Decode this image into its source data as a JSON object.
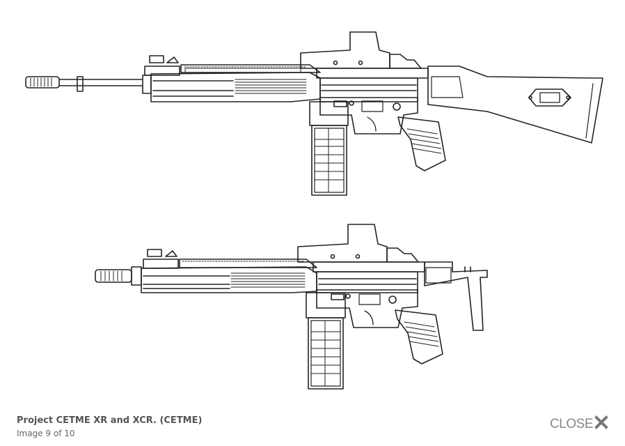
{
  "caption": {
    "title": "Project CETME XR and XCR. (CETME)",
    "counter": "Image 9 of 10"
  },
  "close_button": {
    "label": "CLOSE",
    "icon": "close-icon"
  },
  "colors": {
    "line": "#222222",
    "caption_title": "#555555",
    "caption_counter": "#666666",
    "close": "#888888"
  }
}
